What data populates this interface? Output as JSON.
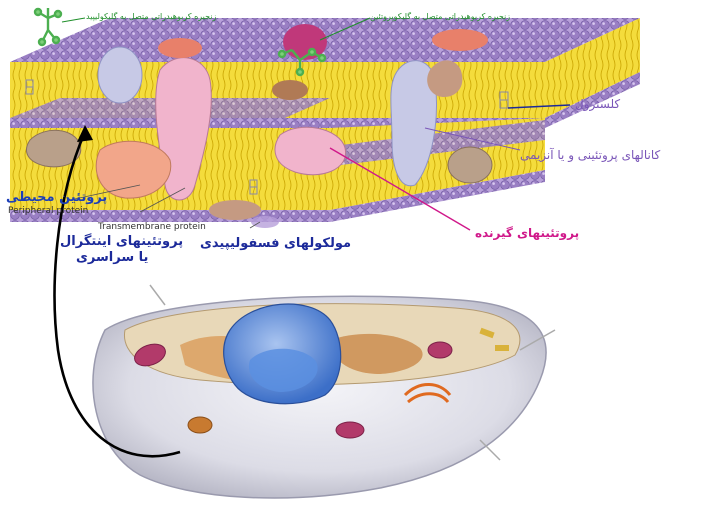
{
  "labels": {
    "carb_lipid": "زنجیره کربوهیدراتی متصل به گلیکولیپید",
    "carb_protein": "زنجیره کربوهیدراتی متصل به گلیکوپروتئین",
    "cholesterol": "کلسترول",
    "channel_proteins": "کانالهای پروتئینی و یا آنزیمی",
    "receptor_proteins": "پروتئینهای گیرنده",
    "phospholipids": "مولکولهای فسفولیپیدی",
    "peripheral_fa": "پروتئین محیطی",
    "peripheral_en": "Peripheral protein",
    "transmembrane_en": "Transmembrane protein",
    "integral_fa_1": "پروتئینهای اینتگرال",
    "integral_fa_2": "یا سراسری"
  },
  "colors": {
    "head": "#9a7fc4",
    "tail": "#f2d431",
    "green_text": "#1f8f2a",
    "magenta": "#d0188a",
    "blue_label": "#1c3fb8"
  }
}
